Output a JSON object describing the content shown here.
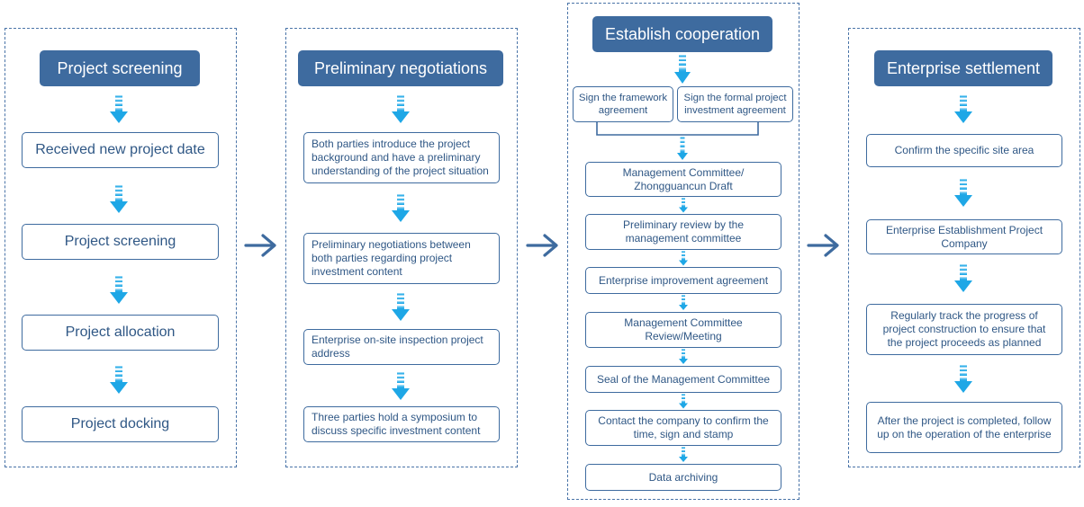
{
  "stages": [
    {
      "title": "Project screening",
      "steps": [
        "Received new project date",
        "Project screening",
        "Project allocation",
        "Project docking"
      ]
    },
    {
      "title": "Preliminary negotiations",
      "steps": [
        "Both parties introduce the project background and have a preliminary understanding of the project situation",
        "Preliminary negotiations between both parties regarding project investment content",
        "Enterprise on-site inspection project address",
        "Three parties hold a symposium to discuss specific investment content"
      ]
    },
    {
      "title": "Establish cooperation",
      "agreements": [
        "Sign the framework agreement",
        "Sign the formal project investment agreement"
      ],
      "steps": [
        "Management Committee/ Zhongguancun Draft",
        "Preliminary review by the management committee",
        "Enterprise improvement agreement",
        "Management Committee Review/Meeting",
        "Seal of the Management Committee",
        "Contact the company to confirm the time, sign and stamp",
        "Data archiving"
      ]
    },
    {
      "title": "Enterprise settlement",
      "steps": [
        "Confirm the specific site area",
        "Enterprise Establishment Project Company",
        "Regularly track the progress of project construction to ensure that the project proceeds as planned",
        "After the project is completed, follow up on the operation of the enterprise"
      ]
    }
  ],
  "colors": {
    "header": "#3e6b9f",
    "text": "#2f5785",
    "arrow": "#1ea7e6",
    "flow_arrow": "#3e6b9f"
  }
}
